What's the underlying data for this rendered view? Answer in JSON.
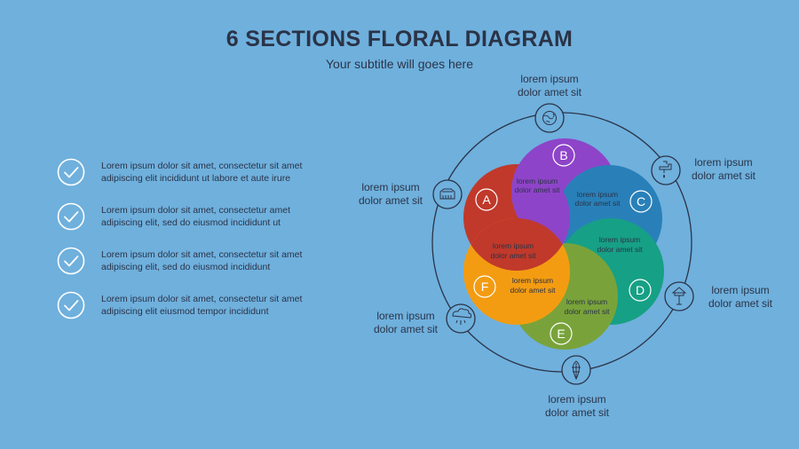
{
  "title": "6 SECTIONS FLORAL DIAGRAM",
  "subtitle": "Your subtitle will goes here",
  "checklist": [
    {
      "line1": "Lorem ipsum dolor sit amet, consectetur sit amet",
      "line2": "adipiscing elit incididunt ut labore et aute irure"
    },
    {
      "line1": "Lorem ipsum dolor sit amet, consectetur amet",
      "line2": "adipiscing elit, sed do eiusmod incididunt ut"
    },
    {
      "line1": "Lorem ipsum dolor sit amet, consectetur sit amet",
      "line2": "adipiscing elit, sed do eiusmod incididunt"
    },
    {
      "line1": "Lorem ipsum dolor sit amet, consectetur sit amet",
      "line2": "adipiscing elit eiusmod tempor incididunt"
    }
  ],
  "petals": [
    {
      "letter": "A",
      "color": "#c0392b",
      "text1": "lorem ipsum",
      "text2": "dolor amet sit"
    },
    {
      "letter": "B",
      "color": "#8e44c9",
      "text1": "lorem ipsum",
      "text2": "dolor amet sit"
    },
    {
      "letter": "C",
      "color": "#2980b9",
      "text1": "lorem ipsum",
      "text2": "dolor amet sit"
    },
    {
      "letter": "D",
      "color": "#16a085",
      "text1": "lorem ipsum",
      "text2": "dolor amet sit"
    },
    {
      "letter": "E",
      "color": "#79a33a",
      "text1": "lorem ipsum",
      "text2": "dolor amet sit"
    },
    {
      "letter": "F",
      "color": "#f39c12",
      "text1": "lorem ipsum",
      "text2": "dolor amet sit"
    }
  ],
  "outer_labels": [
    {
      "line1": "lorem ipsum",
      "line2": "dolor amet sit",
      "icon": "globe-icon"
    },
    {
      "line1": "lorem ipsum",
      "line2": "dolor amet sit",
      "icon": "faucet-icon"
    },
    {
      "line1": "lorem ipsum",
      "line2": "dolor amet sit",
      "icon": "water-tower-icon"
    },
    {
      "line1": "lorem ipsum",
      "line2": "dolor amet sit",
      "icon": "leaf-icon"
    },
    {
      "line1": "lorem ipsum",
      "line2": "dolor amet sit",
      "icon": "rain-cloud-icon"
    },
    {
      "line1": "lorem ipsum",
      "line2": "dolor amet sit",
      "icon": "factory-icon"
    }
  ]
}
